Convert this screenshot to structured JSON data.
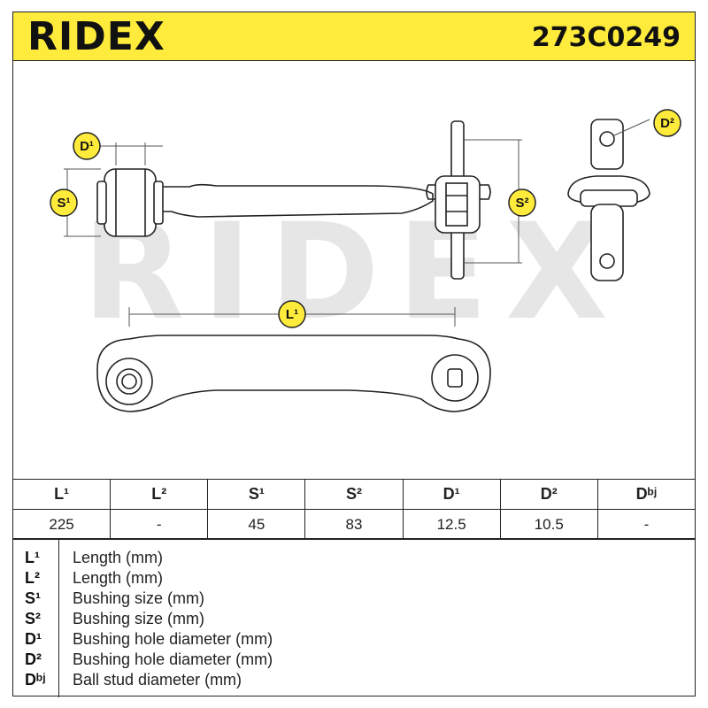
{
  "header": {
    "brand": "RIDEX",
    "part_number": "273C0249"
  },
  "drawing": {
    "watermark": "RIDEX",
    "labels": {
      "d1": "D¹",
      "s1": "S¹",
      "d2": "D²",
      "s2": "S²",
      "l1": "L¹"
    }
  },
  "specs": {
    "headers": [
      "L¹",
      "L²",
      "S¹",
      "S²",
      "D¹",
      "D²",
      "Dᵇʲ"
    ],
    "values": [
      "225",
      "-",
      "45",
      "83",
      "12.5",
      "10.5",
      "-"
    ]
  },
  "legend": [
    {
      "symbol": "L¹",
      "description": "Length (mm)"
    },
    {
      "symbol": "L²",
      "description": "Length (mm)"
    },
    {
      "symbol": "S¹",
      "description": "Bushing size (mm)"
    },
    {
      "symbol": "S²",
      "description": "Bushing size (mm)"
    },
    {
      "symbol": "D¹",
      "description": "Bushing hole diameter (mm)"
    },
    {
      "symbol": "D²",
      "description": "Bushing hole diameter (mm)"
    },
    {
      "symbol": "Dᵇʲ",
      "description": "Ball stud diameter (mm)"
    }
  ],
  "colors": {
    "accent": "#ffeb3b",
    "line": "#222222",
    "watermark": "#e6e6e6"
  }
}
